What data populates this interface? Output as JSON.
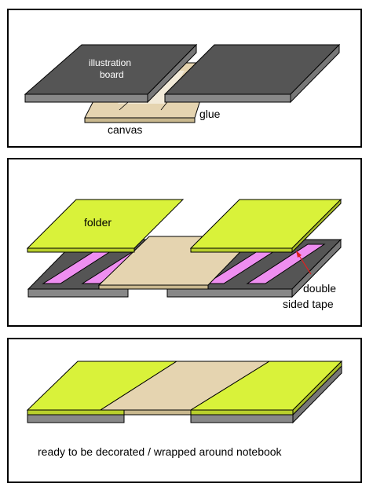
{
  "panel1": {
    "label_board_line1": "illustration",
    "label_board_line2": "board",
    "label_glue": "glue",
    "label_canvas": "canvas"
  },
  "panel2": {
    "label_folder": "folder",
    "label_tape_line1": "double",
    "label_tape_line2": "sided tape"
  },
  "panel3": {
    "caption": "ready to be decorated / wrapped around notebook"
  },
  "colors": {
    "board_top": "#555555",
    "board_side": "#888888",
    "canvas": "#e5d4b0",
    "folder": "#d9f23a",
    "tape": "#ee8ef0",
    "arrow": "#e02020"
  }
}
